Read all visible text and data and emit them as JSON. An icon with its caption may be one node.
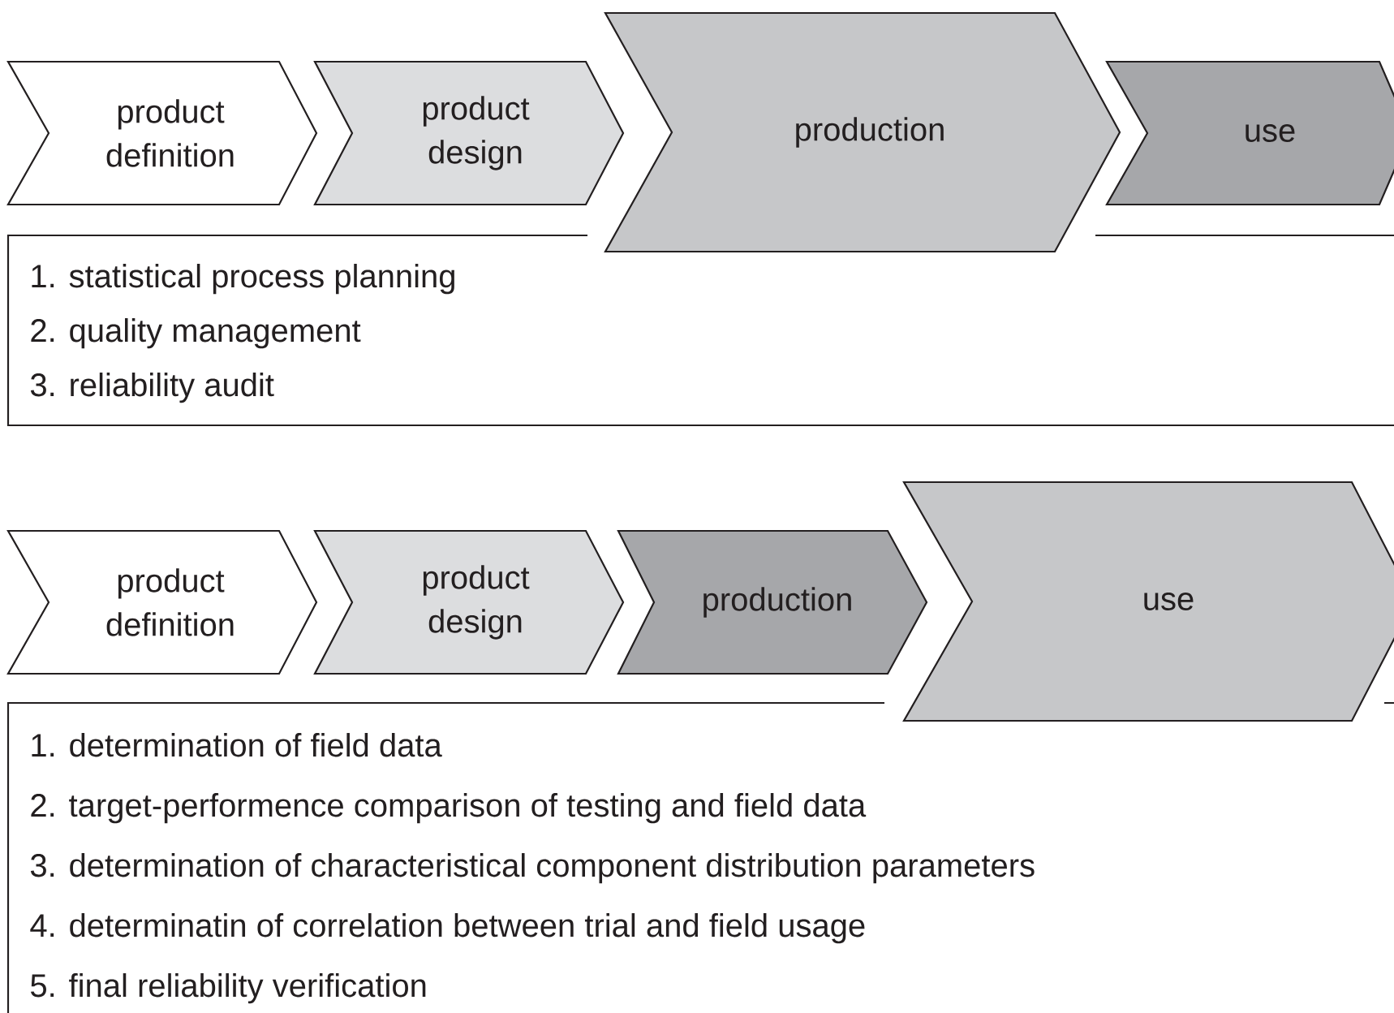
{
  "diagram": {
    "nodes": [
      {
        "text": [
          "product definition"
        ]
      },
      {
        "text": [
          "product design"
        ]
      },
      {
        "text": [
          "production"
        ]
      },
      {
        "text": [
          "use"
        ]
      },
      {
        "text": [
          "1. statistical process planning",
          "2. quality management",
          "3. reliability audit"
        ]
      },
      {
        "text": [
          "product definition"
        ]
      },
      {
        "text": [
          "product design"
        ]
      },
      {
        "text": [
          "production"
        ]
      },
      {
        "text": [
          "use"
        ]
      },
      {
        "text": [
          "1. determination of field data",
          "2. target-performence comparison of testing and field data",
          "3. determination of characteristical component distribution parameters",
          "4. determinatin of correlation between trial and field usage",
          "5. final reliability verification"
        ]
      }
    ],
    "edges": []
  }
}
